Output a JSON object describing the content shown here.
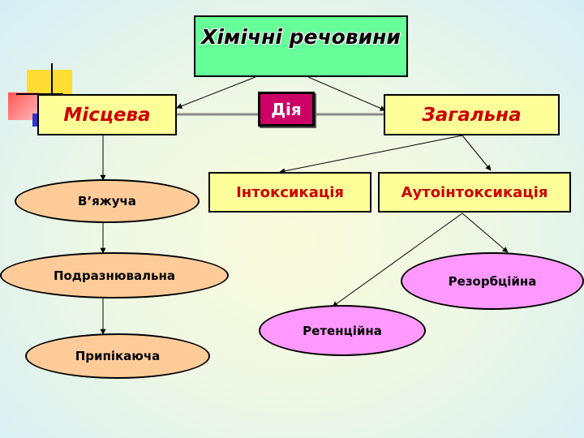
{
  "title": "Хімічні речовини",
  "local": "Місцева",
  "general": "Загальна",
  "action": "Дія",
  "general_children": [
    "Інтоксикація",
    "Аутоінтоксикація"
  ],
  "local_children": [
    "В’яжуча",
    "Подразнювальна",
    "Припікаюча"
  ],
  "autointox_children": [
    "Резорбційна",
    "Ретенційна"
  ],
  "colors": {
    "title_fill": "#66ff99",
    "node_fill": "#ffff99",
    "action_fill": "#cc0066",
    "local_ellipse_fill": "#ffcc99",
    "general_ellipse_fill": "#ff99ff",
    "label_red": "#cc0000"
  }
}
